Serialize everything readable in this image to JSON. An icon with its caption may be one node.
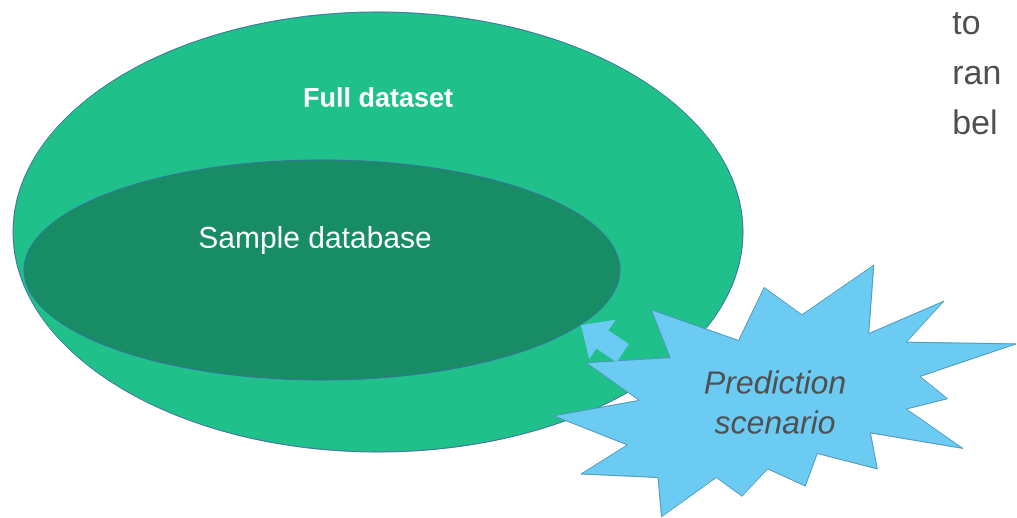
{
  "diagram": {
    "nodes": [
      {
        "text": [
          "Full dataset"
        ]
      },
      {
        "text": [
          "Sample database"
        ],
        "in": 0
      },
      {
        "text": [
          "Prediction scenario"
        ]
      }
    ],
    "edges": [
      {
        "from": 2,
        "to": 1,
        "arrow": "to"
      }
    ],
    "labels": [
      "to",
      "ran",
      "bel"
    ]
  }
}
